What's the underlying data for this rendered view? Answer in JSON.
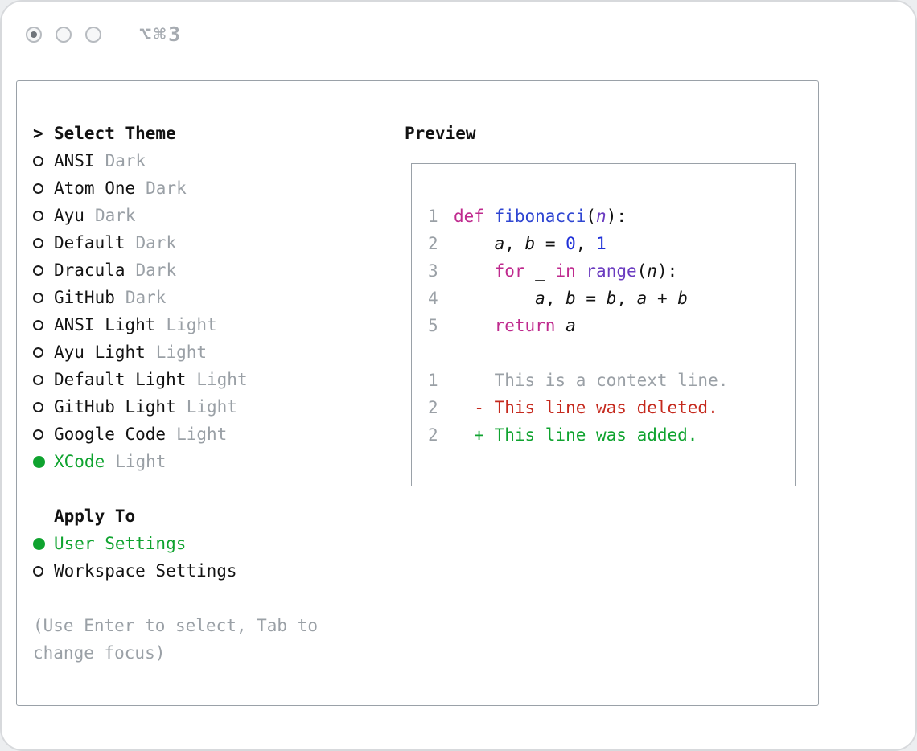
{
  "window": {
    "shortcut": "⌥⌘3",
    "traffic_lights": [
      "active",
      "inactive",
      "inactive"
    ]
  },
  "theme_panel": {
    "prompt": ">",
    "title": "Select Theme",
    "items": [
      {
        "name": "ANSI",
        "variant": "Dark",
        "selected": false
      },
      {
        "name": "Atom One",
        "variant": "Dark",
        "selected": false
      },
      {
        "name": "Ayu",
        "variant": "Dark",
        "selected": false
      },
      {
        "name": "Default",
        "variant": "Dark",
        "selected": false
      },
      {
        "name": "Dracula",
        "variant": "Dark",
        "selected": false
      },
      {
        "name": "GitHub",
        "variant": "Dark",
        "selected": false
      },
      {
        "name": "ANSI Light",
        "variant": "Light",
        "selected": false
      },
      {
        "name": "Ayu Light",
        "variant": "Light",
        "selected": false
      },
      {
        "name": "Default Light",
        "variant": "Light",
        "selected": false
      },
      {
        "name": "GitHub Light",
        "variant": "Light",
        "selected": false
      },
      {
        "name": "Google Code",
        "variant": "Light",
        "selected": false
      },
      {
        "name": "XCode",
        "variant": "Light",
        "selected": true
      }
    ],
    "apply_to": {
      "title": "Apply To",
      "options": [
        {
          "label": "User Settings",
          "selected": true
        },
        {
          "label": "Workspace Settings",
          "selected": false
        }
      ]
    },
    "help_lines": [
      "(Use Enter to select, Tab to",
      "change focus)"
    ]
  },
  "preview": {
    "title": "Preview",
    "sections": [
      {
        "name": "python-sample",
        "lines": [
          {
            "num": "1",
            "tokens": [
              {
                "t": "def",
                "c": "keyword"
              },
              {
                "t": " "
              },
              {
                "t": "fibonacci",
                "c": "function"
              },
              {
                "t": "("
              },
              {
                "t": "n",
                "c": "param"
              },
              {
                "t": "):"
              }
            ]
          },
          {
            "num": "2",
            "tokens": [
              {
                "t": "    "
              },
              {
                "t": "a",
                "c": "var"
              },
              {
                "t": ", "
              },
              {
                "t": "b",
                "c": "var"
              },
              {
                "t": " = "
              },
              {
                "t": "0",
                "c": "number"
              },
              {
                "t": ", "
              },
              {
                "t": "1",
                "c": "number"
              }
            ]
          },
          {
            "num": "3",
            "tokens": [
              {
                "t": "    "
              },
              {
                "t": "for",
                "c": "keyword"
              },
              {
                "t": " _ "
              },
              {
                "t": "in",
                "c": "keyword"
              },
              {
                "t": " "
              },
              {
                "t": "range",
                "c": "builtin"
              },
              {
                "t": "("
              },
              {
                "t": "n",
                "c": "var"
              },
              {
                "t": "):"
              }
            ]
          },
          {
            "num": "4",
            "tokens": [
              {
                "t": "        "
              },
              {
                "t": "a",
                "c": "var"
              },
              {
                "t": ", "
              },
              {
                "t": "b",
                "c": "var"
              },
              {
                "t": " = "
              },
              {
                "t": "b",
                "c": "var"
              },
              {
                "t": ", "
              },
              {
                "t": "a",
                "c": "var"
              },
              {
                "t": " + "
              },
              {
                "t": "b",
                "c": "var"
              }
            ]
          },
          {
            "num": "5",
            "tokens": [
              {
                "t": "    "
              },
              {
                "t": "return",
                "c": "keyword"
              },
              {
                "t": " "
              },
              {
                "t": "a",
                "c": "var"
              }
            ]
          }
        ]
      },
      {
        "name": "diff-sample",
        "lines": [
          {
            "num": "1",
            "tokens": [
              {
                "t": "    This is a context line.",
                "c": "context"
              }
            ]
          },
          {
            "num": "2",
            "tokens": [
              {
                "t": "  - This line was deleted.",
                "c": "deleted"
              }
            ]
          },
          {
            "num": "2",
            "tokens": [
              {
                "t": "  + This line was added.",
                "c": "added"
              }
            ]
          }
        ]
      }
    ]
  },
  "colors": {
    "green": "#0fa32f",
    "red": "#c5291d",
    "gray": "#9aa0a6",
    "keyword": "#bf2a8e",
    "function": "#2f46d2",
    "number": "#1f30d8",
    "builtin": "#6a3bc0",
    "param": "#6a3bc0"
  }
}
